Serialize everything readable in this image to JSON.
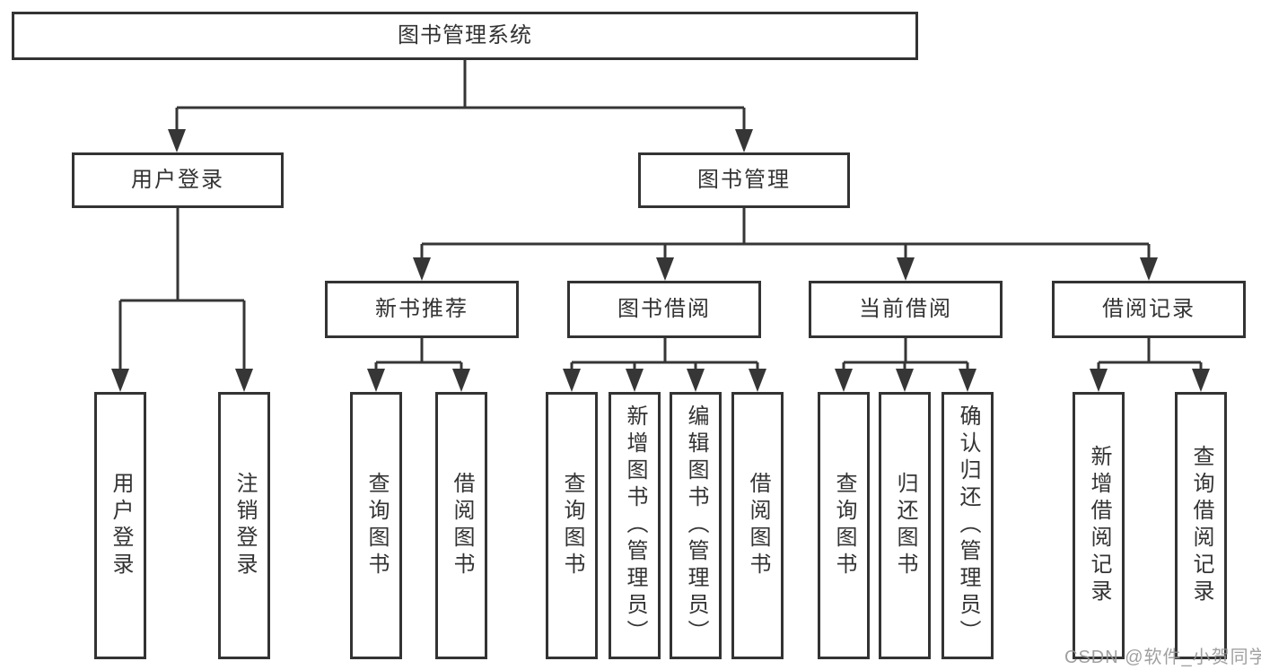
{
  "tree": {
    "label": "图书管理系统",
    "children": [
      {
        "label": "用户登录",
        "children": [
          {
            "label": "用户登录"
          },
          {
            "label": "注销登录"
          }
        ]
      },
      {
        "label": "图书管理",
        "children": [
          {
            "label": "新书推荐",
            "children": [
              {
                "label": "查询图书"
              },
              {
                "label": "借阅图书"
              }
            ]
          },
          {
            "label": "图书借阅",
            "children": [
              {
                "label": "查询图书"
              },
              {
                "label": "新增图书（管理员）"
              },
              {
                "label": "编辑图书（管理员）"
              },
              {
                "label": "借阅图书"
              }
            ]
          },
          {
            "label": "当前借阅",
            "children": [
              {
                "label": "查询图书"
              },
              {
                "label": "归还图书"
              },
              {
                "label": "确认归还（管理员）"
              }
            ]
          },
          {
            "label": "借阅记录",
            "children": [
              {
                "label": "新增借阅记录"
              },
              {
                "label": "查询借阅记录"
              }
            ]
          }
        ]
      }
    ]
  },
  "watermark": "CSDN @软件_小贺同学",
  "colors": {
    "line": "#363636",
    "text": "#333333",
    "box_background": "#ffffff",
    "watermark": "#9e9e9e"
  }
}
